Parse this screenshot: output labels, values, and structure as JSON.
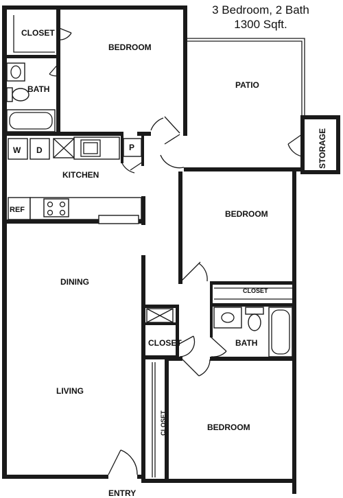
{
  "title": {
    "line1": "3 Bedroom, 2 Bath",
    "line2": "1300 Sqft."
  },
  "rooms": {
    "closet_top": "CLOSET",
    "bath_top": "BATH",
    "bedroom_top": "BEDROOM",
    "patio": "PATIO",
    "storage": "STORAGE",
    "washer": "W",
    "dryer": "D",
    "pantry": "P",
    "kitchen": "KITCHEN",
    "ref": "REF",
    "bedroom_mid": "BEDROOM",
    "closet_mid": "CLOSET",
    "dining": "DINING",
    "closet_hall": "CLOSET",
    "bath_mid": "BATH",
    "living": "LIVING",
    "closet_low": "CLOSET",
    "bedroom_low": "BEDROOM",
    "entry": "ENTRY"
  }
}
